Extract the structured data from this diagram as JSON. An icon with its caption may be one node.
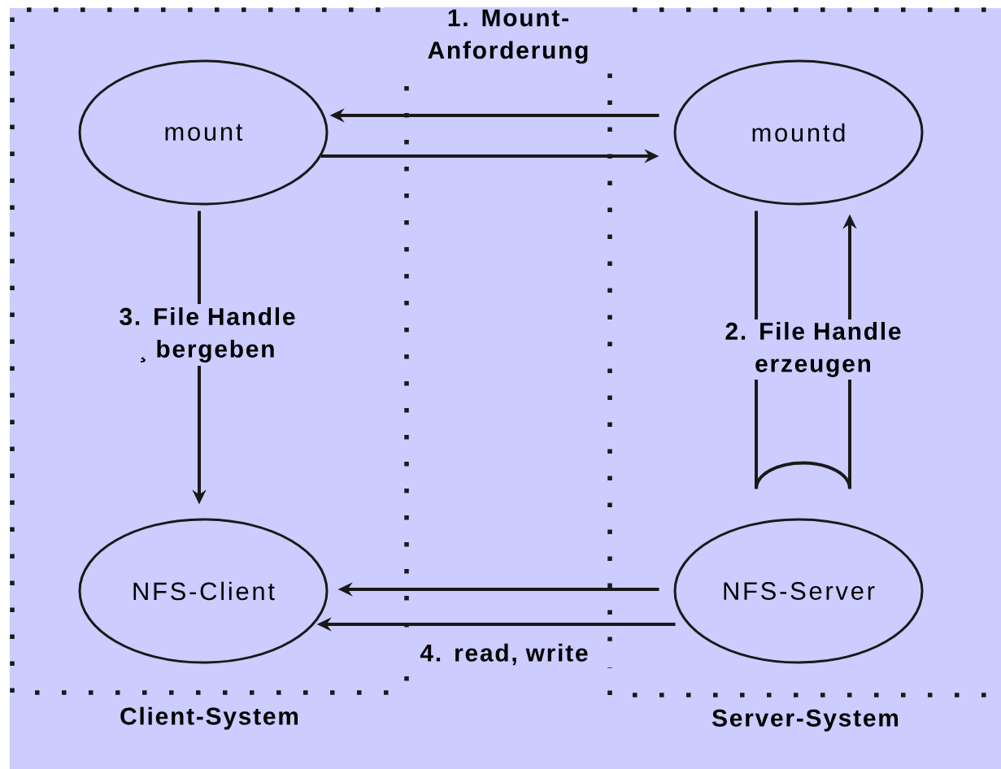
{
  "diagram": {
    "nodes": [
      {
        "text": [
          "Client-System"
        ]
      },
      {
        "text": [
          "mount"
        ],
        "in": 0
      },
      {
        "text": [
          "NFS-Client"
        ],
        "in": 0
      },
      {
        "text": [
          "Server-System"
        ]
      },
      {
        "text": [
          "mountd"
        ],
        "in": 3
      },
      {
        "text": [
          "NFS-Server"
        ],
        "in": 3
      }
    ],
    "edges": [
      {
        "from": 4,
        "to": 1,
        "arrow": "to"
      },
      {
        "from": 1,
        "to": 4,
        "arrow": "to"
      },
      {
        "from": 1,
        "to": 2,
        "arrow": "to",
        "label": "3. File Handle ¸ bergeben"
      },
      {
        "from": 4,
        "to": 4,
        "arrow": "to"
      },
      {
        "from": 5,
        "to": 2,
        "arrow": "to"
      },
      {
        "from": 5,
        "to": 2,
        "arrow": "to"
      }
    ],
    "labels": [
      "1. Mount-Anforderung",
      "2. File Handle erzeugen",
      "4. read, write"
    ]
  }
}
